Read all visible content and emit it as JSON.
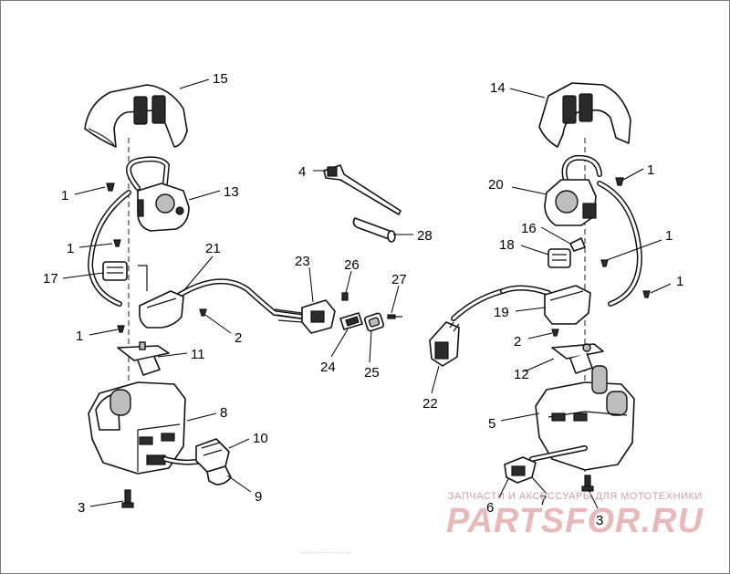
{
  "diagram": {
    "labels": {
      "p1a": "1",
      "p1b": "1",
      "p1c": "1",
      "p1d": "1",
      "p1e": "1",
      "p1f": "1",
      "p2a": "2",
      "p2b": "2",
      "p3a": "3",
      "p3b": "3",
      "p4": "4",
      "p5": "5",
      "p6": "6",
      "p7": "7",
      "p8": "8",
      "p9": "9",
      "p10": "10",
      "p11": "11",
      "p12": "12",
      "p13": "13",
      "p14": "14",
      "p15": "15",
      "p16": "16",
      "p17": "17",
      "p18": "18",
      "p19": "19",
      "p20": "20",
      "p21": "21",
      "p22": "22",
      "p23": "23",
      "p24": "24",
      "p25": "25",
      "p26": "26",
      "p27": "27",
      "p28": "28"
    }
  },
  "watermark": {
    "tagline": "ЗАПЧАСТИ И АКСЕССУАРЫ ДЛЯ МОТОТЕХНИКИ",
    "brand": "PARTSFOR.RU"
  },
  "footer": {
    "text": "- - - -  - -  - - -  - - - - - -"
  }
}
